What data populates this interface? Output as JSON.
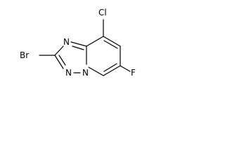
{
  "molecule": {
    "atoms": {
      "chlorine": "Cl",
      "bromine": "Br",
      "fluorine": "F",
      "nitrogen_imidazole": "N",
      "nitrogen_n1": "N",
      "nitrogen_bridgehead": "N"
    }
  }
}
